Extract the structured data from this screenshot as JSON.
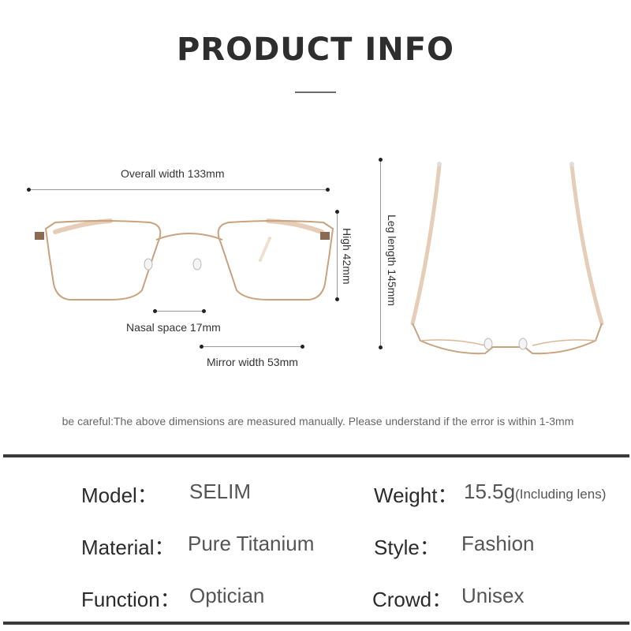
{
  "page": {
    "title": "PRODUCT INFO"
  },
  "dimensions": {
    "overall_width": "Overall width 133mm",
    "high": "High 42mm",
    "nasal_space": "Nasal space 17mm",
    "mirror_width": "Mirror width 53mm",
    "leg_length": "Leg length 145mm"
  },
  "note": "be careful:The above dimensions are measured manually. Please understand if the error is within 1-3mm",
  "specs": {
    "model": {
      "label": "Model：",
      "value": "SELIM"
    },
    "weight": {
      "label": "Weight：",
      "value": "15.5g",
      "sub": "(Including lens)"
    },
    "material": {
      "label": "Material：",
      "value": "Pure Titanium"
    },
    "style": {
      "label": "Style：",
      "value": "Fashion"
    },
    "function": {
      "label": "Function：",
      "value": "Optician"
    },
    "crowd": {
      "label": "Crowd：",
      "value": "Unisex"
    }
  },
  "colors": {
    "frame": "#d9b89a",
    "frame_dark": "#c9a27e",
    "separator": "#3a3a3a",
    "dimension_line": "#999999"
  }
}
